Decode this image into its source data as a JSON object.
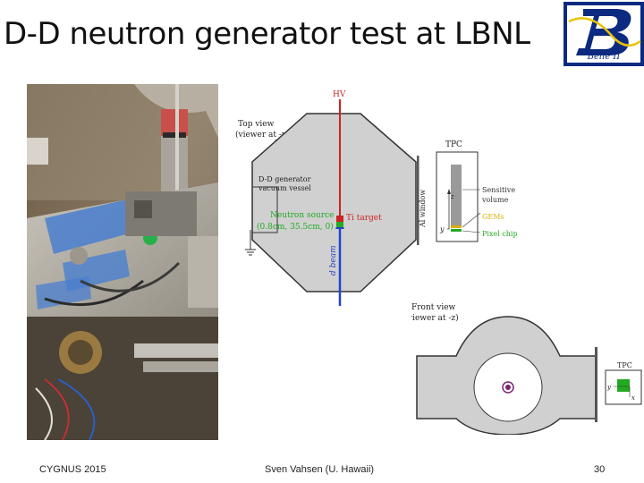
{
  "slide": {
    "title": "D-D neutron generator test at LBNL",
    "logo_text": "Belle II"
  },
  "top_view": {
    "caption_line1": "Top view",
    "caption_line2": "(viewer at -x)",
    "hv_label": "HV",
    "vessel_line1": "D-D generator",
    "vessel_line2": "vacuum vessel",
    "source_line1": "Neutron source",
    "source_line2": "(0.8cm, 35.5cm, 0)",
    "target_label": "Ti target",
    "beam_label": "d beam",
    "window_label": "Al window",
    "tpc_label": "TPC",
    "sensitive_line1": "Sensitive",
    "sensitive_line2": "volume",
    "gems_label": "GEMs",
    "pixel_label": "Pixel chip",
    "axis_z": "z",
    "axis_y": "y"
  },
  "front_view": {
    "caption_line1": "Front view",
    "caption_line2": "viewer at -z)",
    "tpc_label": "TPC",
    "axis_y": "y",
    "axis_x": "x"
  },
  "footer": {
    "left": "CYGNUS 2015",
    "center": "Sven Vahsen (U. Hawaii)",
    "page": "30"
  },
  "colors": {
    "hv_red": "#cc2222",
    "beam_blue": "#2244cc",
    "vessel_fill": "#d0d0d0",
    "gem_yellow": "#d8b000",
    "pixel_green": "#22aa22",
    "source_label": "#22aa22",
    "logo_bg": "#0b2a80"
  }
}
